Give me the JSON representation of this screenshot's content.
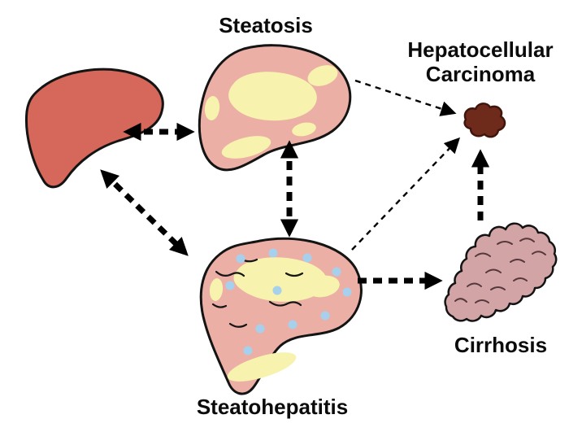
{
  "diagram": {
    "type": "disease-progression-flow",
    "labels": {
      "steatosis": "Steatosis",
      "hepatocellular_line1": "Hepatocellular",
      "hepatocellular_line2": "Carcinoma",
      "steatohepatitis": "Steatohepatitis",
      "cirrhosis": "Cirrhosis"
    },
    "nodes": [
      {
        "id": "normal-liver",
        "label": ""
      },
      {
        "id": "steatosis",
        "label": "Steatosis"
      },
      {
        "id": "steatohepatitis",
        "label": "Steatohepatitis"
      },
      {
        "id": "cirrhosis",
        "label": "Cirrhosis"
      },
      {
        "id": "hepatocellular-carcinoma",
        "label": "Hepatocellular Carcinoma"
      }
    ],
    "edges": [
      {
        "from": "normal-liver",
        "to": "steatosis",
        "bidirectional": true,
        "style": "thick-dashed"
      },
      {
        "from": "normal-liver",
        "to": "steatohepatitis",
        "bidirectional": true,
        "style": "thick-dashed"
      },
      {
        "from": "steatosis",
        "to": "steatohepatitis",
        "bidirectional": true,
        "style": "thick-dashed"
      },
      {
        "from": "steatosis",
        "to": "hepatocellular-carcinoma",
        "bidirectional": false,
        "style": "thin-dashed"
      },
      {
        "from": "steatohepatitis",
        "to": "hepatocellular-carcinoma",
        "bidirectional": false,
        "style": "thin-dashed"
      },
      {
        "from": "steatohepatitis",
        "to": "cirrhosis",
        "bidirectional": false,
        "style": "thick-dashed"
      },
      {
        "from": "cirrhosis",
        "to": "hepatocellular-carcinoma",
        "bidirectional": false,
        "style": "thick-dashed"
      }
    ],
    "colors": {
      "background": "#ffffff",
      "normal_liver": "#d5685a",
      "fatty_liver": "#ecafa6",
      "fat_vacuole": "#f7f2ae",
      "inflammation_dot": "#a7d0ec",
      "cirrhotic_liver": "#d2a4a6",
      "tumor": "#6e2a1a",
      "outline": "#141414",
      "arrow": "#000000"
    }
  }
}
